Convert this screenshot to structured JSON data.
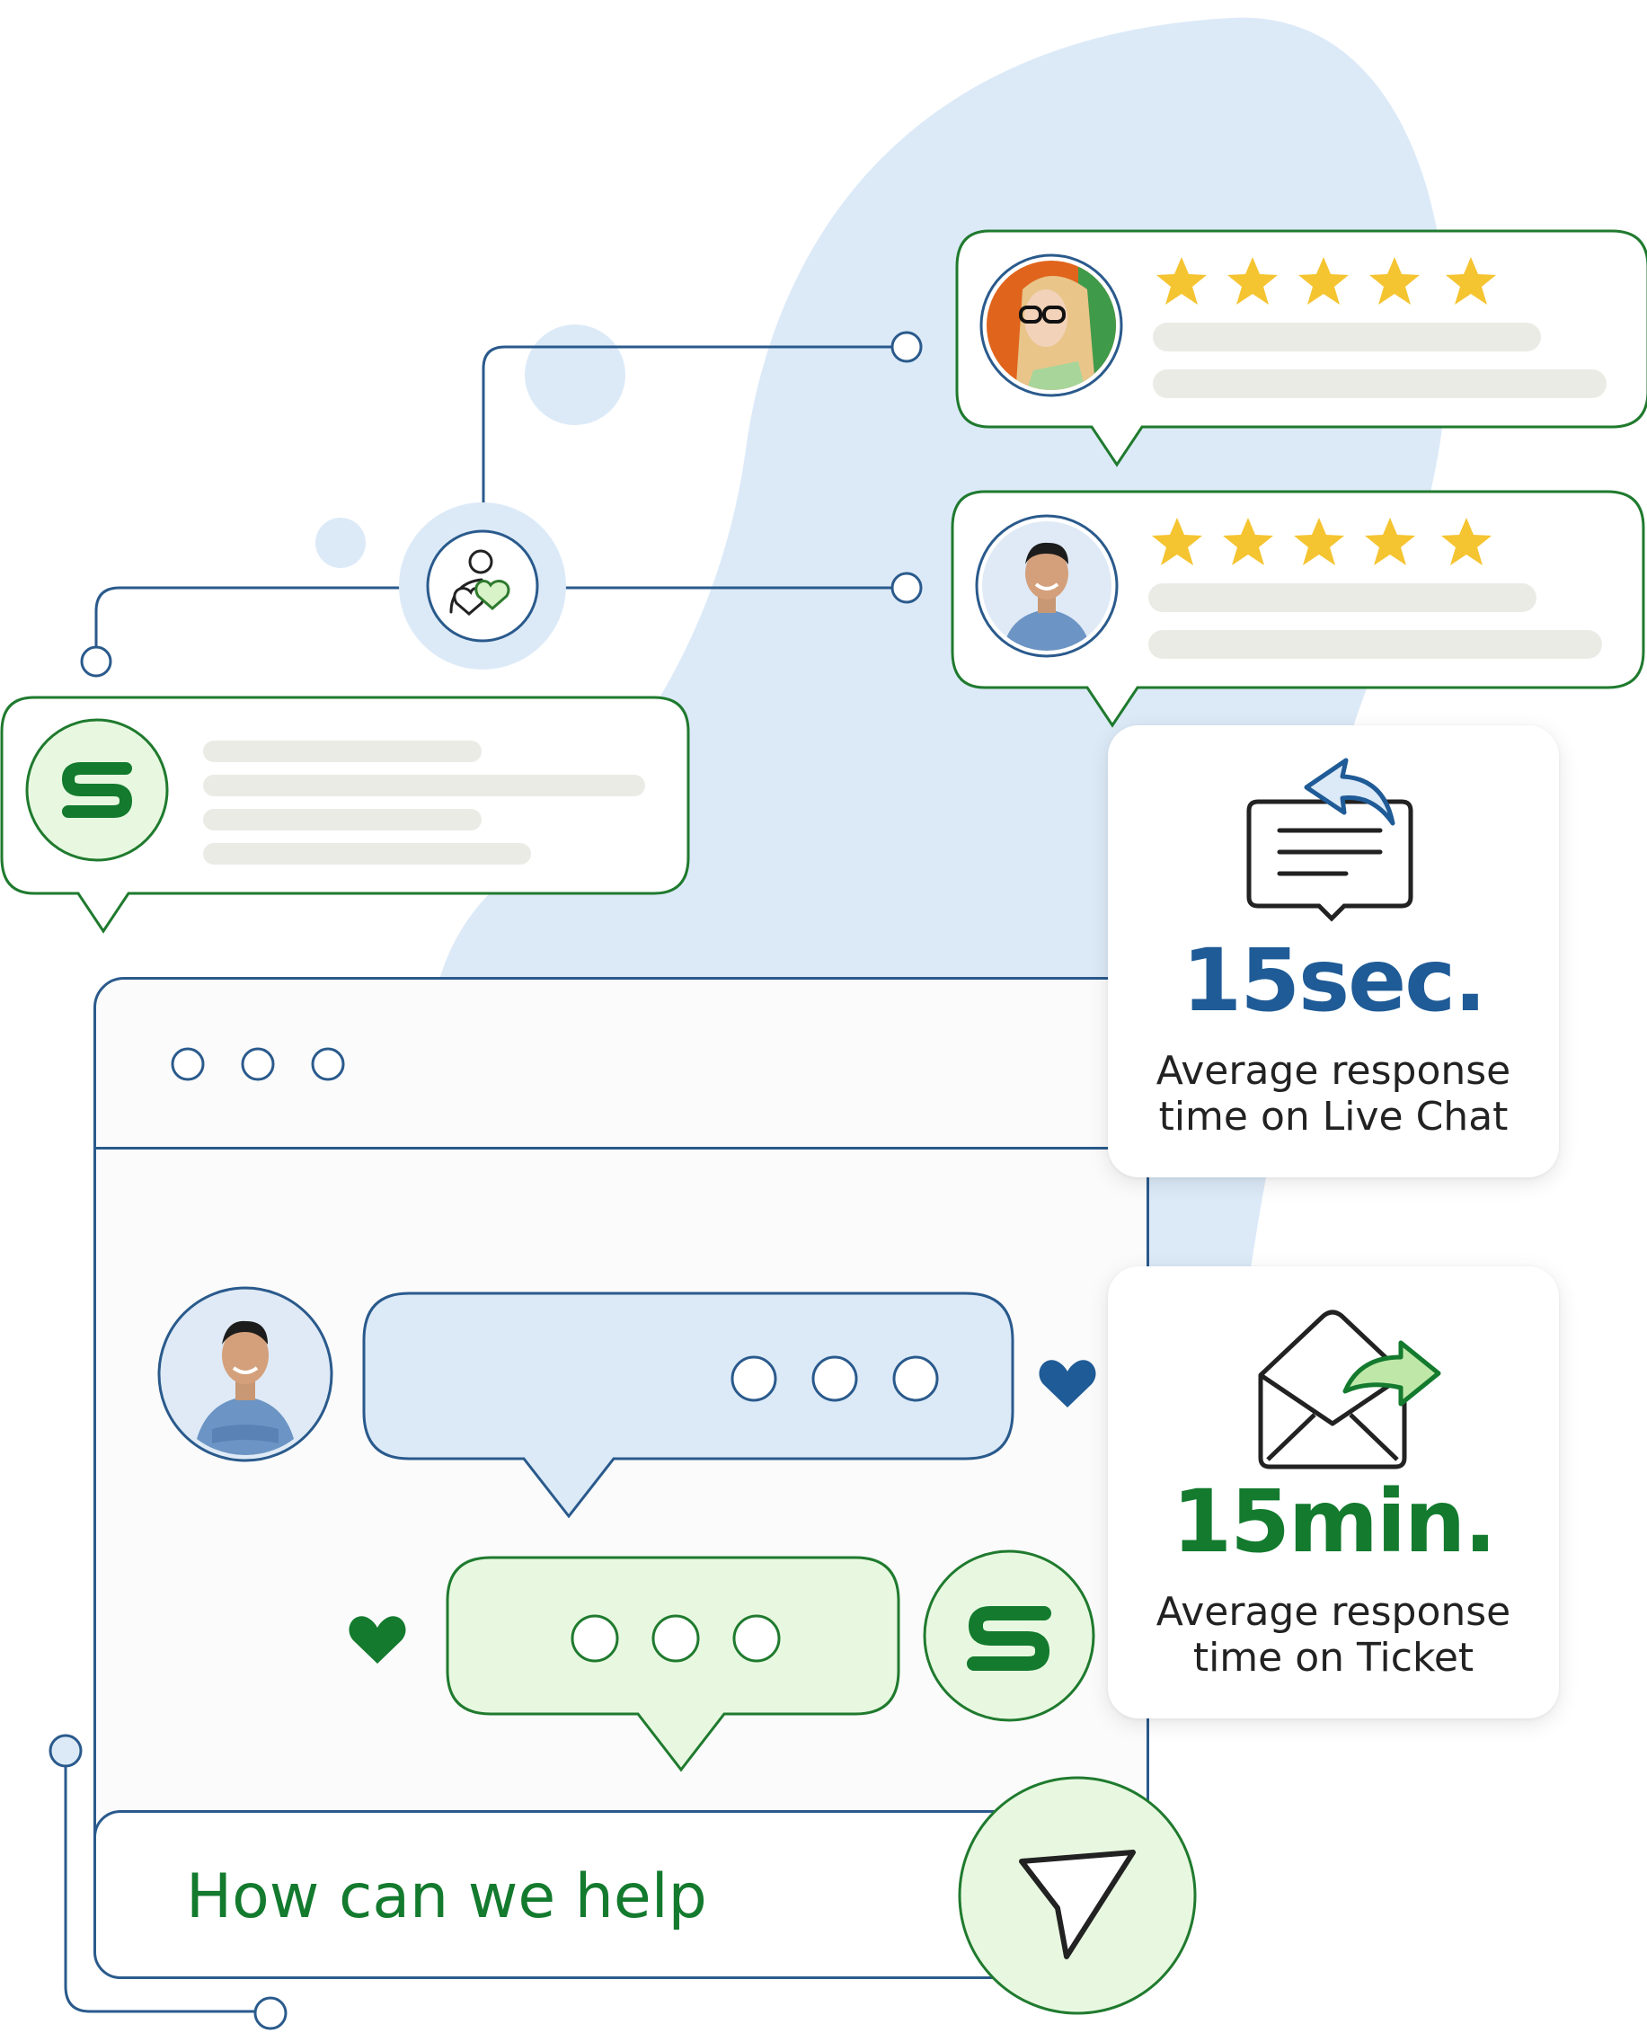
{
  "reviews": [
    {
      "avatar": "woman-with-glasses-avatar",
      "rating": 5,
      "max_rating": 5
    },
    {
      "avatar": "smiling-man-avatar",
      "rating": 5,
      "max_rating": 5
    }
  ],
  "stats": [
    {
      "value": "15sec.",
      "caption_line1": "Average response",
      "caption_line2": "time on Live Chat",
      "icon": "reply-message-icon",
      "color": "#1f5b96"
    },
    {
      "value": "15min.",
      "caption_line1": "Average response",
      "caption_line2": "time on Ticket",
      "icon": "envelope-forward-icon",
      "color": "#137a2e"
    }
  ],
  "chat": {
    "input_placeholder": "How can we help",
    "incoming_avatar": "smiling-man-avatar",
    "outgoing_avatar": "brand-logo-icon",
    "typing_indicator": "three-dots"
  },
  "colors": {
    "blue_line": "#2a5a8c",
    "green_line": "#1f7a2e",
    "light_blue": "#dceaf8",
    "light_green": "#e8f8e0",
    "star": "#f5c431",
    "skeleton": "#ebebe6"
  }
}
